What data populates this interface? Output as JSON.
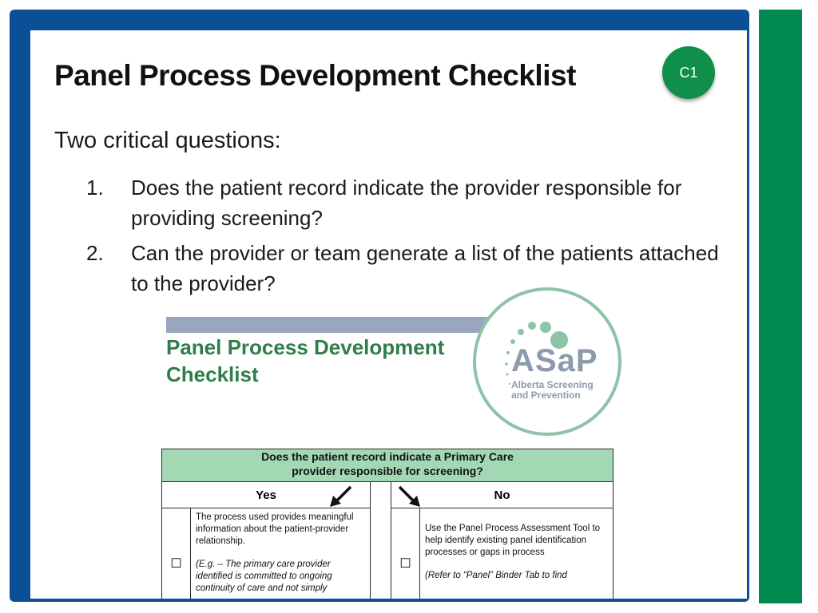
{
  "slide": {
    "title": "Panel Process Development Checklist",
    "badge": "C1",
    "subtitle": "Two critical questions:",
    "questions": [
      {
        "number": "1.",
        "text": "Does the patient record indicate the provider responsible for providing screening?"
      },
      {
        "number": "2.",
        "text": "Can the provider or team generate a list of the patients attached to the provider?"
      }
    ]
  },
  "document": {
    "title_line1": "Panel Process Development",
    "title_line2": "Checklist"
  },
  "logo": {
    "word": "ASaP",
    "sub_line1": "Alberta Screening",
    "sub_line2": "and Prevention"
  },
  "checklist": {
    "question_line1": "Does the patient record indicate a Primary Care",
    "question_line2": "provider responsible for screening?",
    "yes_label": "Yes",
    "no_label": "No",
    "yes_text_1": "The process used provides meaningful information about the patient-provider relationship.",
    "yes_text_2": "(E.g. – The primary care provider identified is committed to ongoing continuity of care and not simply",
    "no_text_1": "Use the Panel Process Assessment Tool to help identify existing panel identification processes or gaps in process",
    "no_text_2": "(Refer to “Panel” Binder Tab to find",
    "checkbox_glyph": "☐"
  },
  "colors": {
    "frame": "#0b4f96",
    "accent_green": "#008a4f",
    "badge_green": "#0f8f4a",
    "table_header": "#a3d8b4",
    "doc_title": "#2f7e4a"
  },
  "icons": [
    "arrow-down-left-icon",
    "arrow-down-right-icon",
    "checkbox-icon"
  ]
}
